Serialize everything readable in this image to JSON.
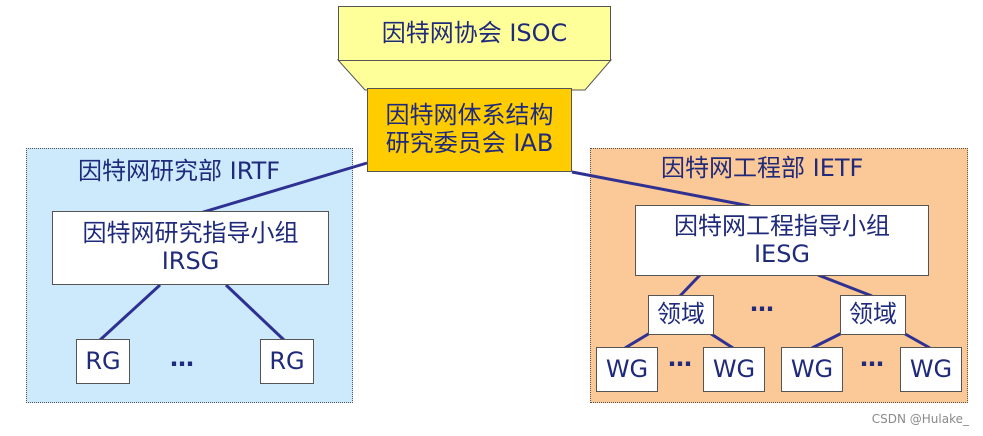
{
  "isoc": {
    "label": "因特网协会 ISOC"
  },
  "iab": {
    "line1": "因特网体系结构",
    "line2": "研究委员会 IAB"
  },
  "irtf": {
    "title": "因特网研究部 IRTF",
    "steering": {
      "line1": "因特网研究指导小组",
      "line2": "IRSG"
    },
    "groups": [
      "RG",
      "RG"
    ],
    "ellipsis": "…"
  },
  "ietf": {
    "title": "因特网工程部 IETF",
    "steering": {
      "line1": "因特网工程指导小组",
      "line2": "IESG"
    },
    "areas": [
      "领域",
      "领域"
    ],
    "areas_ellipsis": "…",
    "workgroups": [
      "WG",
      "WG",
      "WG",
      "WG"
    ],
    "wg_ellipsis": [
      "…",
      "…"
    ]
  },
  "watermark": "CSDN @Hulake_",
  "colors": {
    "isoc_fill": "#ffff99",
    "iab_fill": "#ffcc00",
    "irtf_fill": "#cdeafd",
    "ietf_fill": "#fbc897",
    "line": "#2e3192",
    "text": "#1f2a7a"
  }
}
